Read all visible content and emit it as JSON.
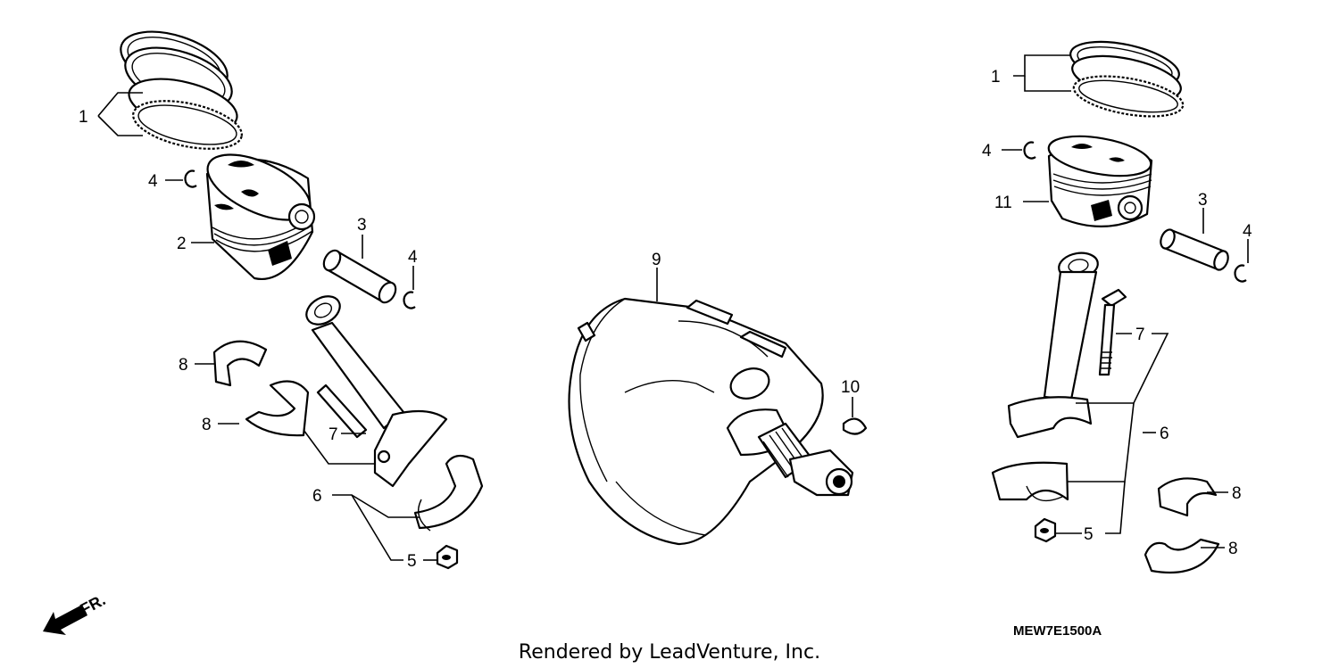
{
  "callouts": {
    "c1_left": "1",
    "c4_left_top": "4",
    "c2": "2",
    "c3_left": "3",
    "c4_left_pin": "4",
    "c8_left_a": "8",
    "c8_left_b": "8",
    "c7_left": "7",
    "c6_left": "6",
    "c5_left": "5",
    "c9": "9",
    "c10": "10",
    "c1_right": "1",
    "c4_right_top": "4",
    "c11": "11",
    "c3_right": "3",
    "c4_right_pin": "4",
    "c7_right": "7",
    "c6_right": "6",
    "c5_right": "5",
    "c8_right_a": "8",
    "c8_right_b": "8"
  },
  "direction_marker": "FR.",
  "diagram_code": "MEW7E1500A",
  "credit": "Rendered by LeadVenture, Inc."
}
